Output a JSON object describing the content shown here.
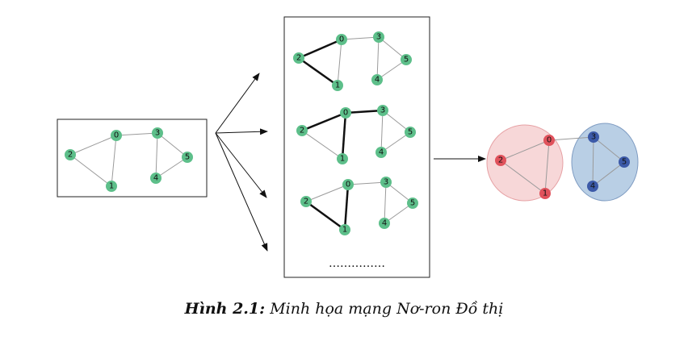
{
  "colors": {
    "node_green": "#5dbf8a",
    "node_red": "#e0525c",
    "node_blue": "#3c5aa8",
    "cluster_red_fill": "#f7d7d8",
    "cluster_blue_fill": "#b9cfe5",
    "edge": "#9a9a9a",
    "edge_bold": "#111111"
  },
  "nodes": [
    "0",
    "1",
    "2",
    "3",
    "4",
    "5"
  ],
  "ellipsis": "……………",
  "caption": {
    "label": "Hình 2.1:",
    "text": "Minh họa mạng Nơ-ron Đồ thị"
  }
}
